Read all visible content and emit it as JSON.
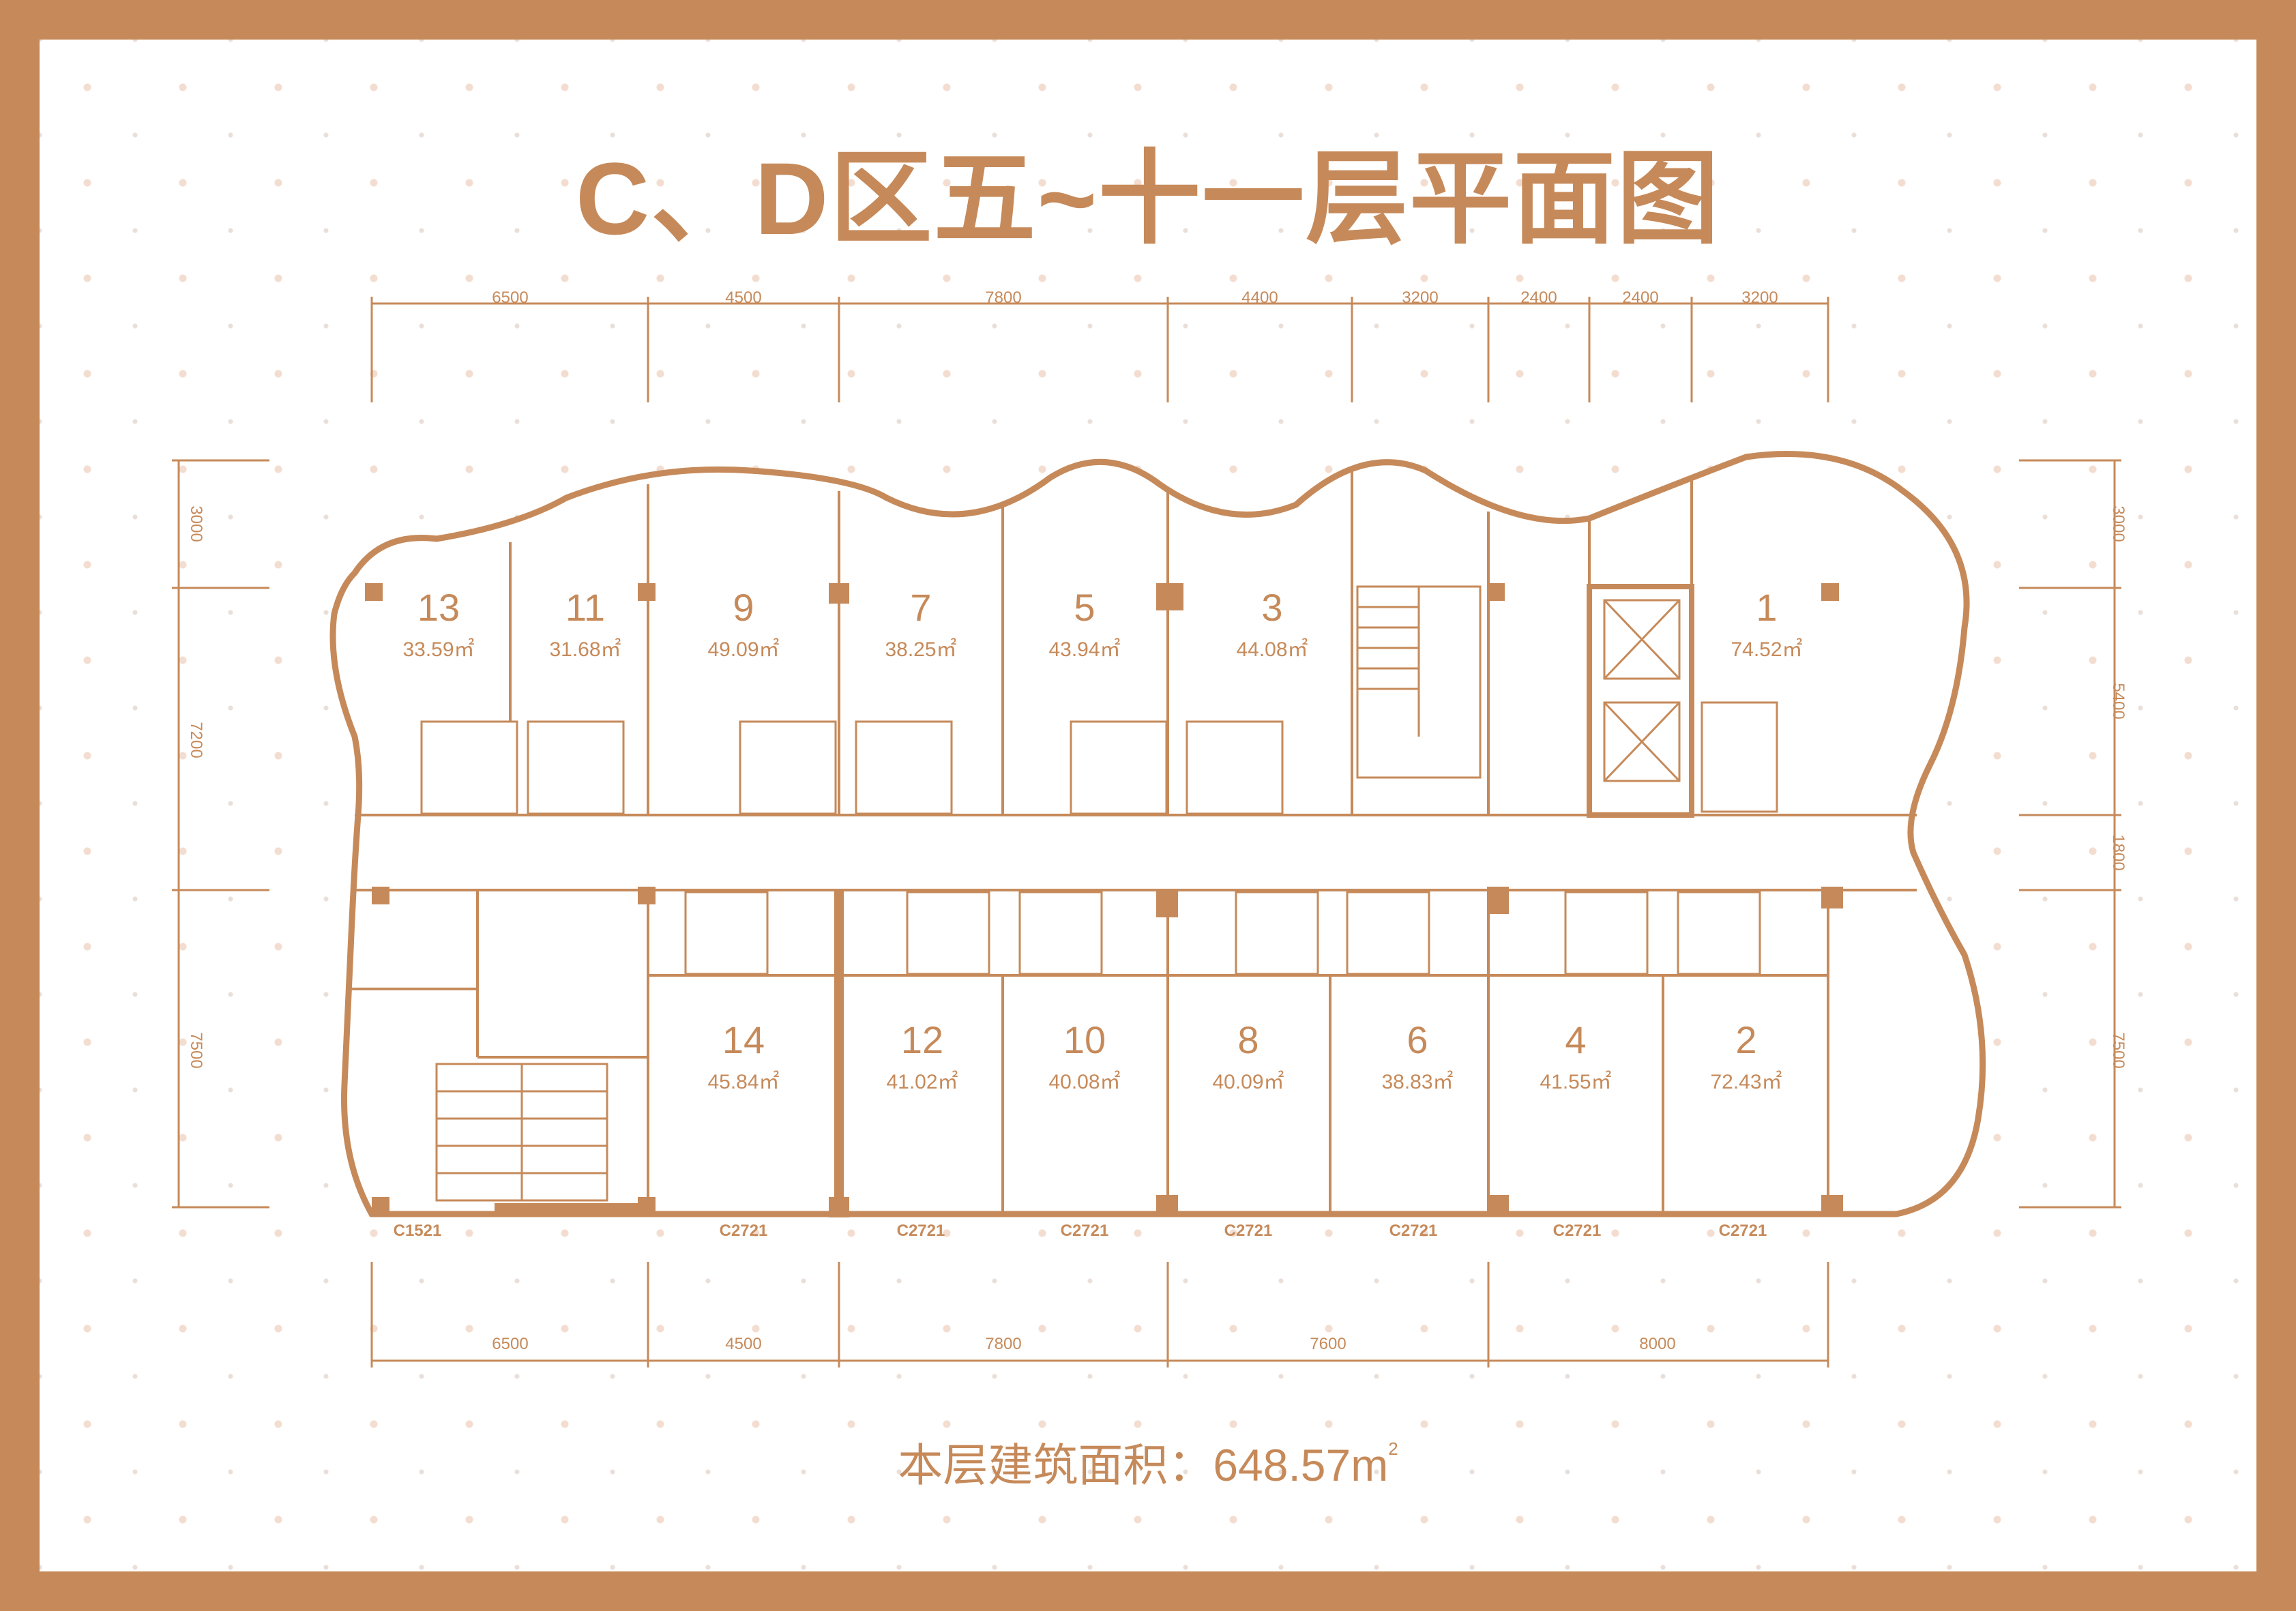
{
  "title": "C、D区五~十一层平面图",
  "footer": {
    "label": "本层建筑面积：",
    "value": "648.57m",
    "sup": "2"
  },
  "colors": {
    "frame": "#c68a5a",
    "line": "#c68a5a",
    "dots": "#f3ddd0"
  },
  "dims": {
    "top": [
      "6500",
      "4500",
      "7800",
      "4400",
      "3200",
      "2400",
      "2400",
      "3200"
    ],
    "bottom": [
      "6500",
      "4500",
      "7800",
      "7600",
      "8000"
    ],
    "left": [
      "3000",
      "7200",
      "7500"
    ],
    "right": [
      "3000",
      "5400",
      "1800",
      "7500"
    ]
  },
  "units": {
    "u13": {
      "num": "13",
      "area": "33.59㎡"
    },
    "u11": {
      "num": "11",
      "area": "31.68㎡"
    },
    "u9": {
      "num": "9",
      "area": "49.09㎡"
    },
    "u7": {
      "num": "7",
      "area": "38.25㎡"
    },
    "u5": {
      "num": "5",
      "area": "43.94㎡"
    },
    "u3": {
      "num": "3",
      "area": "44.08㎡"
    },
    "u1": {
      "num": "1",
      "area": "74.52㎡"
    },
    "u14": {
      "num": "14",
      "area": "45.84㎡"
    },
    "u12": {
      "num": "12",
      "area": "41.02㎡"
    },
    "u10": {
      "num": "10",
      "area": "40.08㎡"
    },
    "u8": {
      "num": "8",
      "area": "40.09㎡"
    },
    "u6": {
      "num": "6",
      "area": "38.83㎡"
    },
    "u4": {
      "num": "4",
      "area": "41.55㎡"
    },
    "u2": {
      "num": "2",
      "area": "72.43㎡"
    }
  },
  "windows": [
    "C1521",
    "C2721",
    "C2721",
    "C2721",
    "C2721",
    "C2721",
    "C2721",
    "C2721"
  ]
}
